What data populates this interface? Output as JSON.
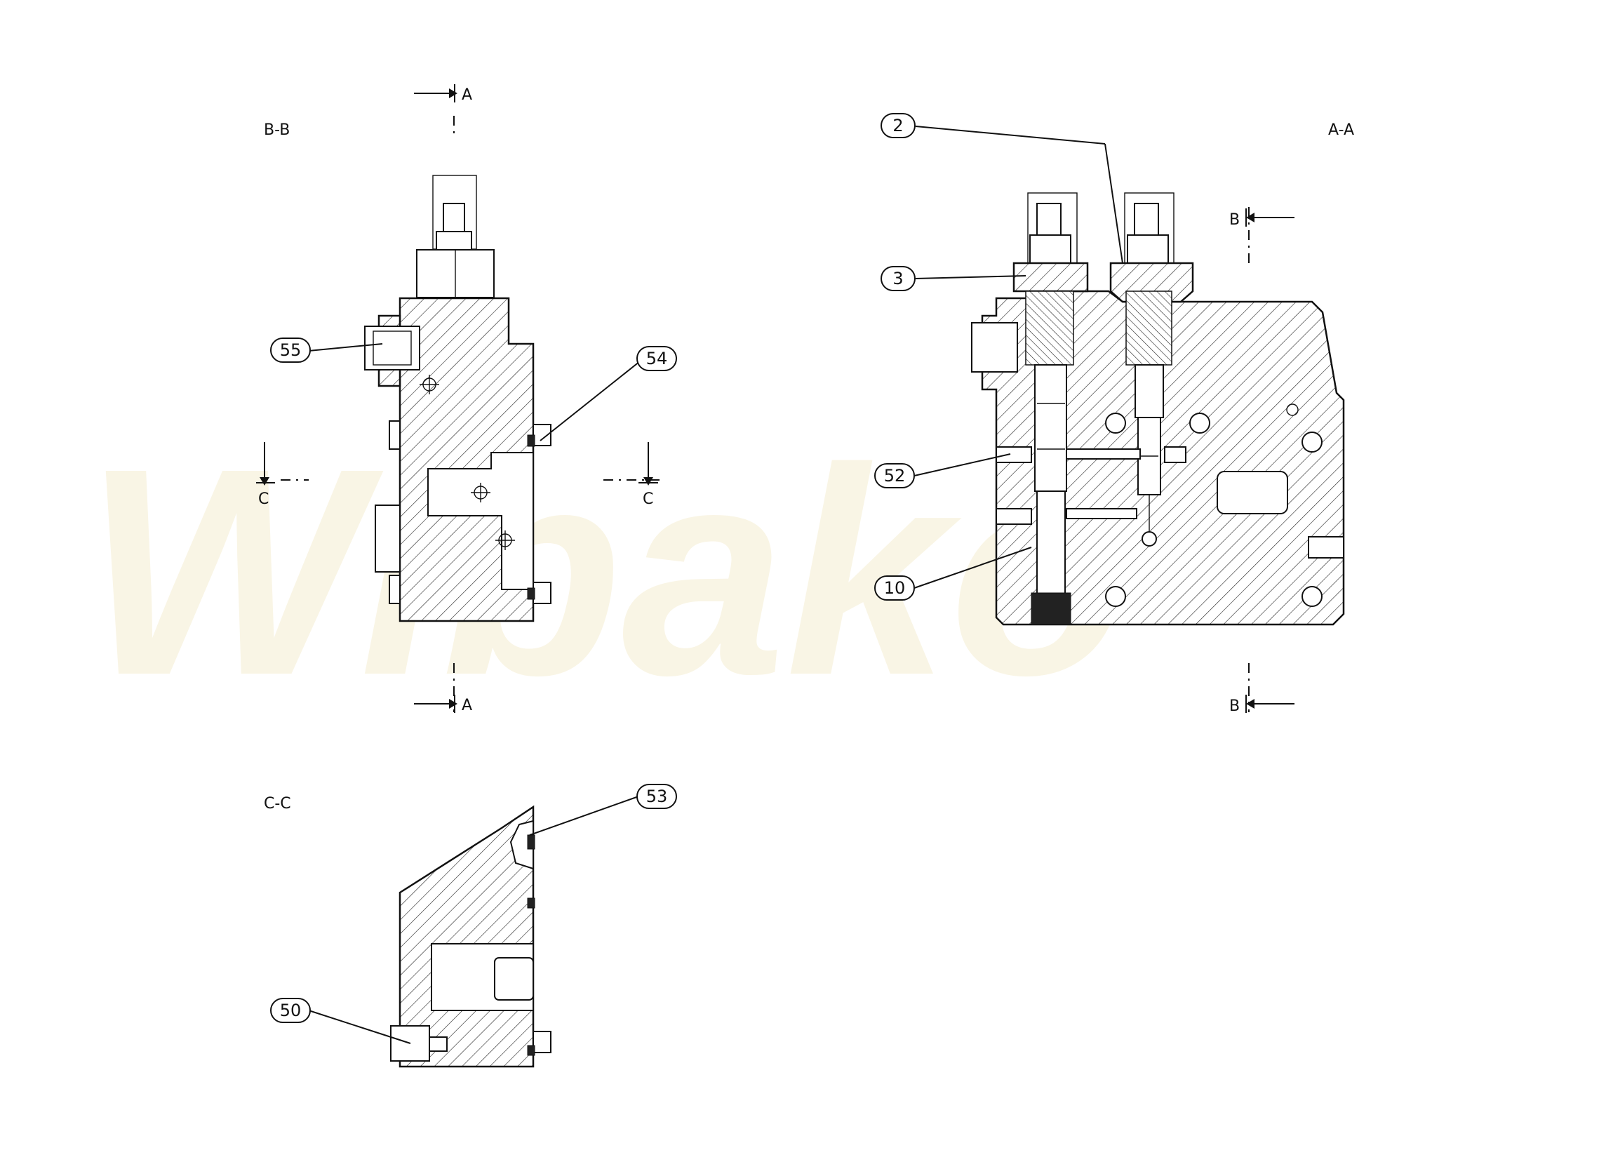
{
  "watermark": {
    "text": "Wibako"
  },
  "views": {
    "bb": {
      "title": "B-B"
    },
    "aa": {
      "title": "A-A"
    },
    "cc": {
      "title": "C-C"
    }
  },
  "section_markers": {
    "a": "A",
    "b": "B",
    "c": "C"
  },
  "callouts": [
    {
      "id": "55",
      "label": "55"
    },
    {
      "id": "54",
      "label": "54"
    },
    {
      "id": "2",
      "label": "2"
    },
    {
      "id": "3",
      "label": "3"
    },
    {
      "id": "52",
      "label": "52"
    },
    {
      "id": "10",
      "label": "10"
    },
    {
      "id": "53",
      "label": "53"
    },
    {
      "id": "50",
      "label": "50"
    }
  ]
}
